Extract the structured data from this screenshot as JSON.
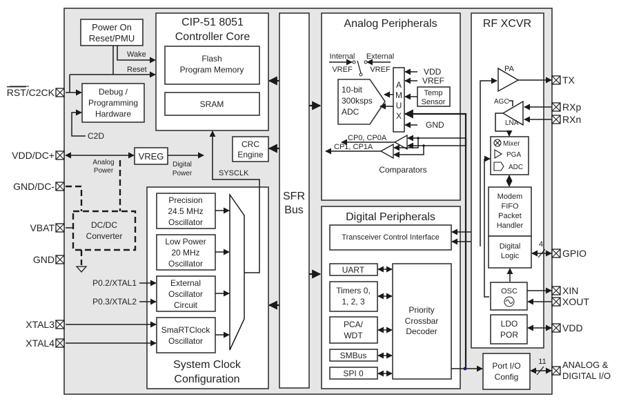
{
  "diagram": {
    "type": "block-diagram",
    "colors": {
      "chip_background": "#e6e6e6",
      "line": "#1a1a1a",
      "junction": "#1a1a8a"
    },
    "blocks": {
      "por": [
        "Power On",
        "Reset/PMU"
      ],
      "cpu_title": [
        "CIP-51 8051",
        "Controller Core"
      ],
      "flash": [
        "Flash",
        "Program Memory"
      ],
      "sram": "SRAM",
      "debug": [
        "Debug /",
        "Programming",
        "Hardware"
      ],
      "vreg": "VREG",
      "crc": [
        "CRC",
        "Engine"
      ],
      "sfr": [
        "SFR",
        "Bus"
      ],
      "dcdc": [
        "DC/DC",
        "Converter"
      ],
      "clock_title": [
        "System Clock",
        "Configuration"
      ],
      "osc_precision": [
        "Precision",
        "24.5 MHz",
        "Oscillator"
      ],
      "osc_lowpower": [
        "Low Power",
        "20 MHz",
        "Oscillator"
      ],
      "osc_external": [
        "External",
        "Oscillator",
        "Circuit"
      ],
      "osc_smartclock": [
        "SmaRTClock",
        "Oscillator"
      ],
      "analog_title": "Analog Peripherals",
      "adc": [
        "10-bit",
        "300ksps",
        "ADC"
      ],
      "amux": [
        "A",
        "M",
        "U",
        "X"
      ],
      "temp": [
        "Temp",
        "Sensor"
      ],
      "comparators": "Comparators",
      "digital_title": "Digital Peripherals",
      "tci": "Transceiver Control Interface",
      "uart": "UART",
      "timers": [
        "Timers 0,",
        "1, 2, 3"
      ],
      "pca": [
        "PCA/",
        "WDT"
      ],
      "smbus": "SMBus",
      "spi": "SPI 0",
      "crossbar": [
        "Priority",
        "Crossbar",
        "Decoder"
      ],
      "rf_title": "RF XCVR",
      "pa": "PA",
      "agc": "AGC",
      "lna": "LNA",
      "mixer": "Mixer",
      "pga": "PGA",
      "rf_adc": "ADC",
      "modem": [
        "Modem",
        "FIFO",
        "Packet",
        "Handler"
      ],
      "digital_logic": [
        "Digital",
        "Logic"
      ],
      "osc": "OSC",
      "ldo": [
        "LDO",
        "POR"
      ],
      "port_io": [
        "Port I/O",
        "Config"
      ]
    },
    "signals": {
      "wake": "Wake",
      "reset": "Reset",
      "c2d": "C2D",
      "analog_power": [
        "Analog",
        "Power"
      ],
      "digital_power": [
        "Digital",
        "Power"
      ],
      "sysclk": "SYSCLK",
      "internal_vref": [
        "Internal",
        "VREF"
      ],
      "external_vref": [
        "External",
        "VREF"
      ],
      "amux_vdd": "VDD",
      "amux_vref": "VREF",
      "amux_gnd": "GND",
      "cp0": "CP0, CP0A",
      "cp1": "CP1, CP1A",
      "gpio_width": "4",
      "io_width": "11",
      "p02": "P0.2/XTAL1",
      "p03": "P0.3/XTAL2"
    },
    "pins_left": [
      "RST/C2CK",
      "VDD/DC+",
      "GND/DC-",
      "VBAT",
      "GND",
      "XTAL3",
      "XTAL4"
    ],
    "pins_right": [
      "TX",
      "RXp",
      "RXn",
      "GPIO",
      "XIN",
      "XOUT",
      "VDD",
      "ANALOG &",
      "DIGITAL I/O"
    ]
  }
}
